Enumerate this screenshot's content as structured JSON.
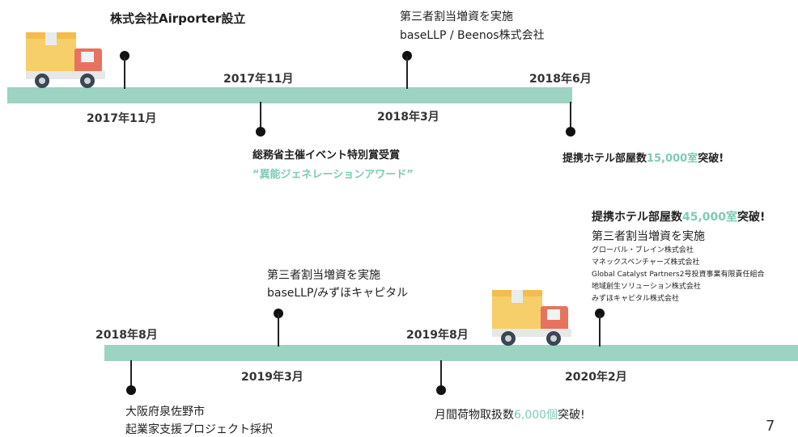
{
  "timeline1": {
    "milestones": [
      {
        "date": "2017年11月",
        "label": "株式会社Airporter設立"
      },
      {
        "date": "2017年11月",
        "label_line1": "総務省主催イベント特別賞受賞",
        "label_line2": "“異能ジェネレーションアワード”"
      },
      {
        "date": "2018年3月",
        "label_line1": "第三者割当増資を実施",
        "label_line2": "baseLLP / Beenos株式会社"
      },
      {
        "date": "2018年6月",
        "label_pre": "提携ホテル部屋数",
        "label_highlight": "15,000室",
        "label_post": "突破!"
      }
    ]
  },
  "timeline2": {
    "milestones": [
      {
        "date": "2018年8月",
        "label_line1": "大阪府泉佐野市",
        "label_line2": "起業家支援プロジェクト採択"
      },
      {
        "date": "2019年3月",
        "label_line1": "第三者割当増資を実施",
        "label_line2": "baseLLP/みずほキャピタル"
      },
      {
        "date": "2019年8月",
        "label_pre": "月間荷物取扱数",
        "label_highlight": "6,000個",
        "label_post": "突破!"
      },
      {
        "date": "2020年2月",
        "label_pre": "提携ホテル部屋数",
        "label_highlight": "45,000室",
        "label_post": "突破!",
        "label_line2": "第三者割当増資を実施",
        "investors": [
          "グローバル・ブレイン株式会社",
          "マネックスベンチャーズ株式会社",
          "Global Catalyst Partners2号投資事業有限責任組合",
          "地域創生ソリューション株式会社",
          "みずほキャピタル株式会社"
        ]
      }
    ]
  },
  "page_number": "7",
  "colors": {
    "bar": "#9dd3c3",
    "highlight": "#7fcab6",
    "truck_box": "#f6ce6a",
    "truck_cab": "#e7735e",
    "truck_wheel": "#3a4654"
  }
}
